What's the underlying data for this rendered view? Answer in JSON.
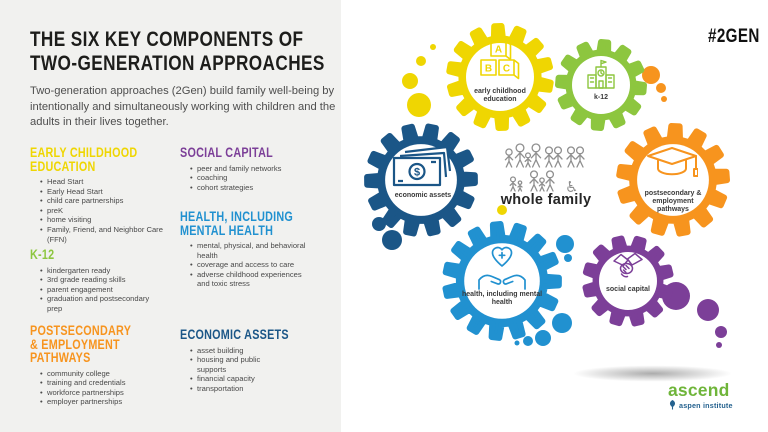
{
  "header": {
    "title_line1": "THE SIX KEY COMPONENTS OF",
    "title_line2": "TWO-GENERATION APPROACHES",
    "subtitle": "Two-generation approaches (2Gen) build family well-being by intentionally and simultaneously working with children and the adults in their lives together."
  },
  "hashtag": "#2GEN",
  "colors": {
    "yellow": "#EFD602",
    "green": "#8DC63F",
    "orange": "#F7941E",
    "navy": "#1B5687",
    "blue": "#2191D0",
    "purple": "#7C3F98",
    "title_black": "#1D1D1B",
    "body_gray": "#4E4E4E",
    "left_background": "#F1F1EF",
    "logo_green": "#6FB53A",
    "logo_navy": "#25628F"
  },
  "sections": {
    "ece": {
      "lines": [
        "EARLY CHILDHOOD",
        "EDUCATION"
      ],
      "bullets": [
        "Head Start",
        "Early Head Start",
        "child care partnerships",
        "preK",
        "home visiting",
        "Family, Friend, and Neighbor Care (FFN)"
      ]
    },
    "k12": {
      "lines": [
        "K-12"
      ],
      "bullets": [
        "kindergarten ready",
        "3rd grade reading skills",
        "parent engagement",
        "graduation and postsecondary prep"
      ]
    },
    "post": {
      "lines": [
        "POSTSECONDARY",
        "& EMPLOYMENT",
        "PATHWAYS"
      ],
      "bullets": [
        "community college",
        "training and credentials",
        "workforce partnerships",
        "employer partnerships"
      ]
    },
    "social": {
      "lines": [
        "SOCIAL CAPITAL"
      ],
      "bullets": [
        "peer and family networks",
        "coaching",
        "cohort strategies"
      ]
    },
    "health": {
      "lines": [
        "HEALTH, INCLUDING",
        "MENTAL HEALTH"
      ],
      "bullets": [
        "mental, physical, and behavioral health",
        "coverage and access to care",
        "adverse childhood experiences and toxic stress"
      ]
    },
    "econ": {
      "lines": [
        "ECONOMIC ASSETS"
      ],
      "bullets": [
        "asset building",
        "housing and public supports",
        "financial capacity",
        "transportation"
      ]
    }
  },
  "diagram": {
    "center_label": "whole family",
    "gears": {
      "ece": {
        "label": "early childhood education",
        "color": "#EFD602",
        "icon": "abc-blocks"
      },
      "k12": {
        "label": "k-12",
        "color": "#8DC63F",
        "icon": "school-building"
      },
      "post": {
        "label": "postsecondary & employment pathways",
        "color": "#F7941E",
        "icon": "graduation-cap"
      },
      "econ": {
        "label": "economic assets",
        "color": "#1B5687",
        "icon": "banknotes"
      },
      "health": {
        "label": "health, including mental health",
        "color": "#2191D0",
        "icon": "hands-holding-heart"
      },
      "social": {
        "label": "social capital",
        "color": "#7C3F98",
        "icon": "handshake"
      }
    }
  },
  "logo": {
    "name": "ascend",
    "sub": "aspen institute"
  }
}
